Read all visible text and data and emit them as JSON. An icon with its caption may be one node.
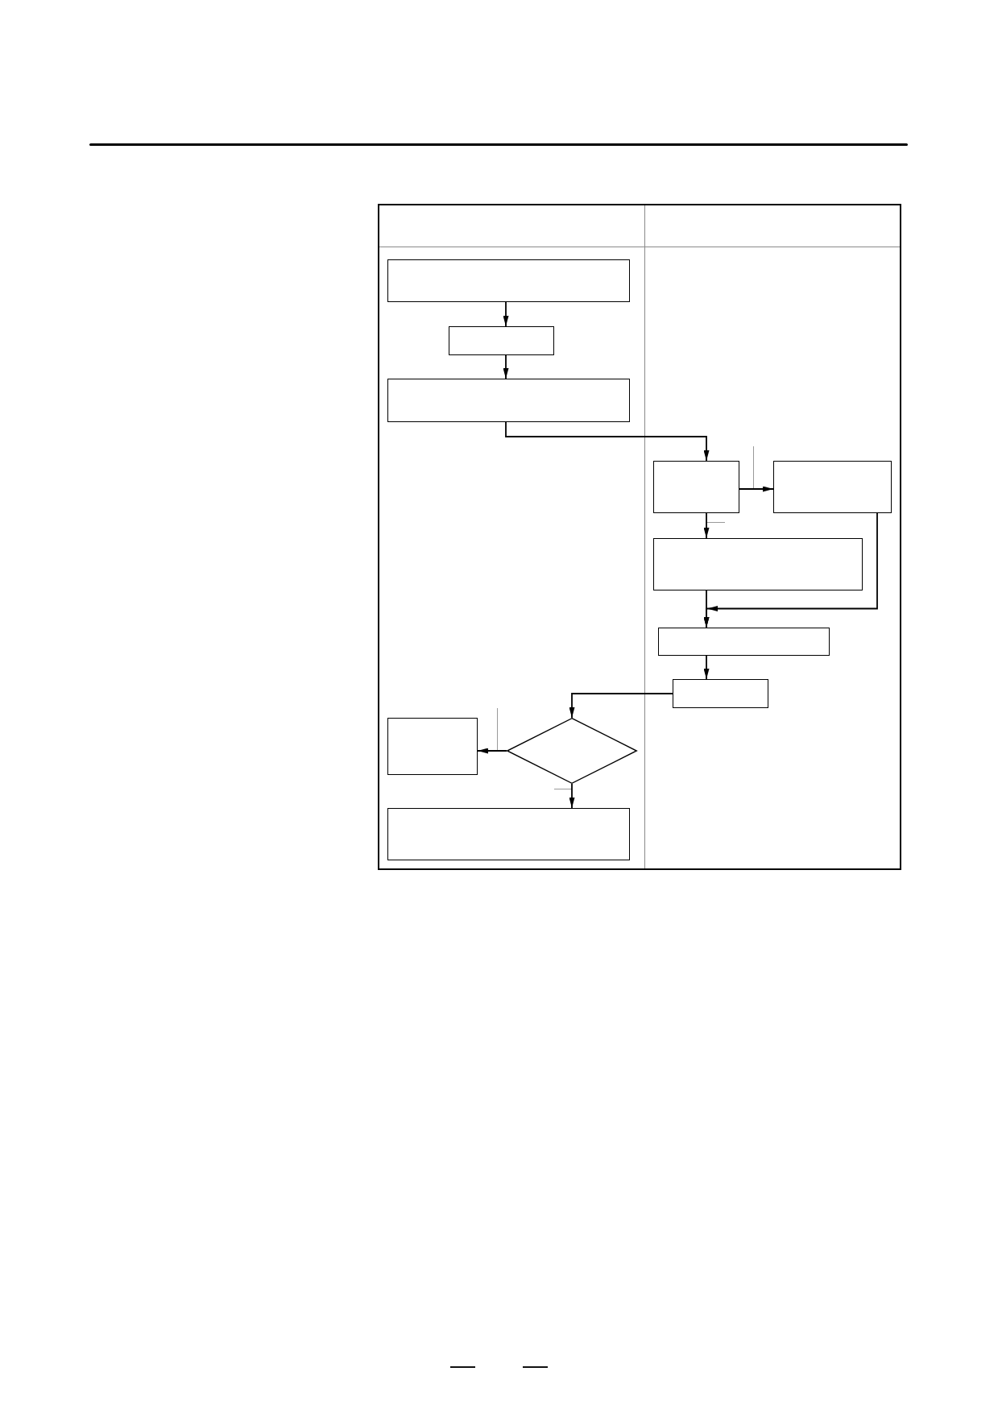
{
  "diagram": {
    "nodes": [
      {
        "text": [],
        "shape": "box"
      },
      {
        "text": [],
        "shape": "box"
      },
      {
        "text": [],
        "shape": "box"
      },
      {
        "text": [],
        "shape": "box"
      },
      {
        "text": [],
        "shape": "box"
      },
      {
        "text": [],
        "shape": "box"
      },
      {
        "text": [],
        "shape": "box"
      },
      {
        "text": [],
        "shape": "box"
      },
      {
        "text": [],
        "shape": "diamond"
      },
      {
        "text": [],
        "shape": "box"
      },
      {
        "text": [],
        "shape": "box"
      }
    ],
    "edges": [
      {
        "from": 0,
        "to": 1,
        "arrow": "to"
      },
      {
        "from": 1,
        "to": 2,
        "arrow": "to"
      },
      {
        "from": 2,
        "to": 3,
        "arrow": "to"
      },
      {
        "from": 3,
        "to": 4,
        "arrow": "to"
      },
      {
        "from": 3,
        "to": 5,
        "arrow": "to"
      },
      {
        "from": 5,
        "to": 6,
        "arrow": "to"
      },
      {
        "from": 4,
        "to": 6,
        "arrow": "to"
      },
      {
        "from": 6,
        "to": 7,
        "arrow": "to"
      },
      {
        "from": 7,
        "to": 8,
        "arrow": "to"
      },
      {
        "from": 8,
        "to": 9,
        "arrow": "to"
      },
      {
        "from": 8,
        "to": 10,
        "arrow": "to"
      }
    ]
  }
}
